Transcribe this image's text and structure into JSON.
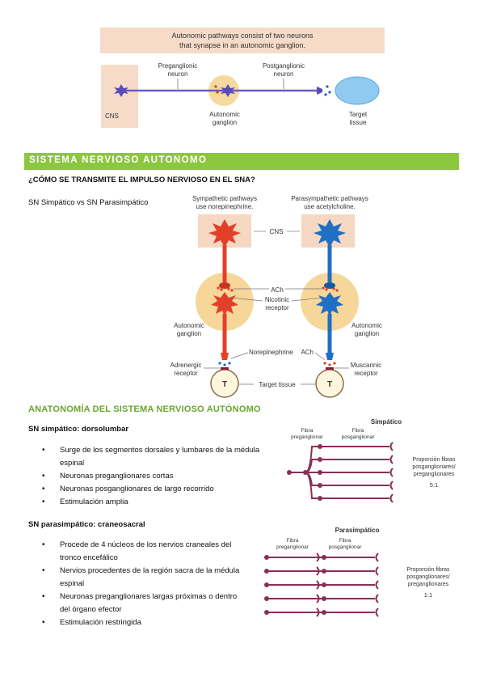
{
  "fig1": {
    "caption_line1": "Autonomic pathways consist of two neurons",
    "caption_line2": "that synapse in an autonomic ganglion.",
    "cns": "CNS",
    "pre_1": "Preganglionic",
    "pre_2": "neuron",
    "post_1": "Postganglionic",
    "post_2": "neuron",
    "gang_1": "Autonomic",
    "gang_2": "ganglion",
    "target_1": "Target",
    "target_2": "tissue"
  },
  "section_banner": "SISTEMA NERVIOSO AUTONOMO",
  "question": "¿CÓMO SE TRANSMITE EL IMPULSO NERVIOSO EN EL SNA?",
  "subtitle": "SN Simpático vs SN Parasimpático",
  "fig2": {
    "symp_1": "Sympathetic pathways",
    "symp_2": "use norepinephrine.",
    "para_1": "Parasympathetic pathways",
    "para_2": "use acetylcholine.",
    "cns": "CNS",
    "ach_top": "ACh",
    "nicotinic_1": "Nicotinic",
    "nicotinic_2": "receptor",
    "gang_left_1": "Autonomic",
    "gang_left_2": "ganglion",
    "gang_right_1": "Autonomic",
    "gang_right_2": "ganglion",
    "norepinephrine": "Norepinephrine",
    "ach_bottom": "ACh",
    "adrenergic_1": "Adrenergic",
    "adrenergic_2": "receptor",
    "muscarinic_1": "Muscarinic",
    "muscarinic_2": "receptor",
    "t_left": "T",
    "t_right": "T",
    "target": "Target tissue"
  },
  "anatomy_heading": "ANATONOMÍA DEL SISTEMA NERVIOSO AUTÓNOMO",
  "symp": {
    "heading": "SN simpático: dorsolumbar",
    "bullets": [
      "Surge de los segmentos dorsales y lumbares de la médula",
      "espinal",
      "Neuronas preganglionares cortas",
      "Neuronas posganglionares de largo recorrido",
      "Estimulación amplia"
    ],
    "fig": {
      "title": "Simpático",
      "pre_1": "Fibra",
      "pre_2": "preganglionar",
      "post_1": "Fibra",
      "post_2": "posganglionar",
      "ratio_1": "Proporción fibras",
      "ratio_2": "posganglionares/",
      "ratio_3": "preganglionares",
      "ratio_4": "5:1"
    }
  },
  "para": {
    "heading": "SN parasimpático: craneosacral",
    "bullets": [
      "Procede de 4 núcleos de los nervios craneales del",
      "tronco encefálico",
      "Nervios procedentes de la región sacra de la médula",
      "espinal",
      "Neuronas preganglionares largas próximas o dentro",
      "del órgano efector",
      "Estimulación restringida"
    ],
    "fig": {
      "title": "Parasimpático",
      "pre_1": "Fibra",
      "pre_2": "preganglionar",
      "post_1": "Fibra",
      "post_2": "posganglionar",
      "ratio_1": "Proporción fibras",
      "ratio_2": "posganglionares/",
      "ratio_3": "preganglionares",
      "ratio_4": "1:1"
    }
  },
  "colors": {
    "banner": "#8dc63f",
    "heading_green": "#6aa52b",
    "sympathetic": "#e2402a",
    "parasympathetic": "#1f6fc4",
    "fiber": "#8a2f57",
    "cns_box": "#f5d7c2",
    "ganglion": "#f4cf87",
    "target": "#fff7dd"
  }
}
